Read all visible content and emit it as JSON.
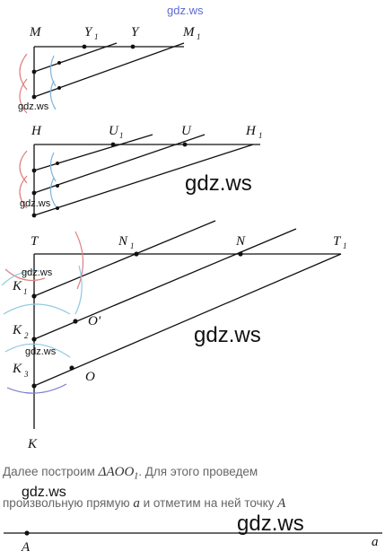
{
  "watermark_top": "gdz.ws",
  "watermark_large": "gdz.ws",
  "watermark_small": "gdz.ws",
  "points": {
    "M": "M",
    "Y1": "Y",
    "Y1_sub": "1",
    "Y": "Y",
    "M1": "M",
    "M1_sub": "1",
    "H": "H",
    "U1": "U",
    "U1_sub": "1",
    "U": "U",
    "H1": "H",
    "H1_sub": "1",
    "T": "T",
    "N1": "N",
    "N1_sub": "1",
    "N": "N",
    "T1": "T",
    "T1_sub": "1",
    "K1": "K",
    "K1_sub": "1",
    "K2": "K",
    "K2_sub": "2",
    "K3": "K",
    "K3_sub": "3",
    "O_prime": "O'",
    "O": "O",
    "K": "K",
    "A": "A",
    "a": "a"
  },
  "text": {
    "line1_before": "Далее построим ",
    "line1_math": "ΔAOO",
    "line1_math_sub": "1",
    "line1_after": ". Для этого проведем",
    "line2_before": "произвольную прямую ",
    "line2_math_a": "a",
    "line2_middle": " и отметим на ней точку ",
    "line2_math_A": "A"
  }
}
